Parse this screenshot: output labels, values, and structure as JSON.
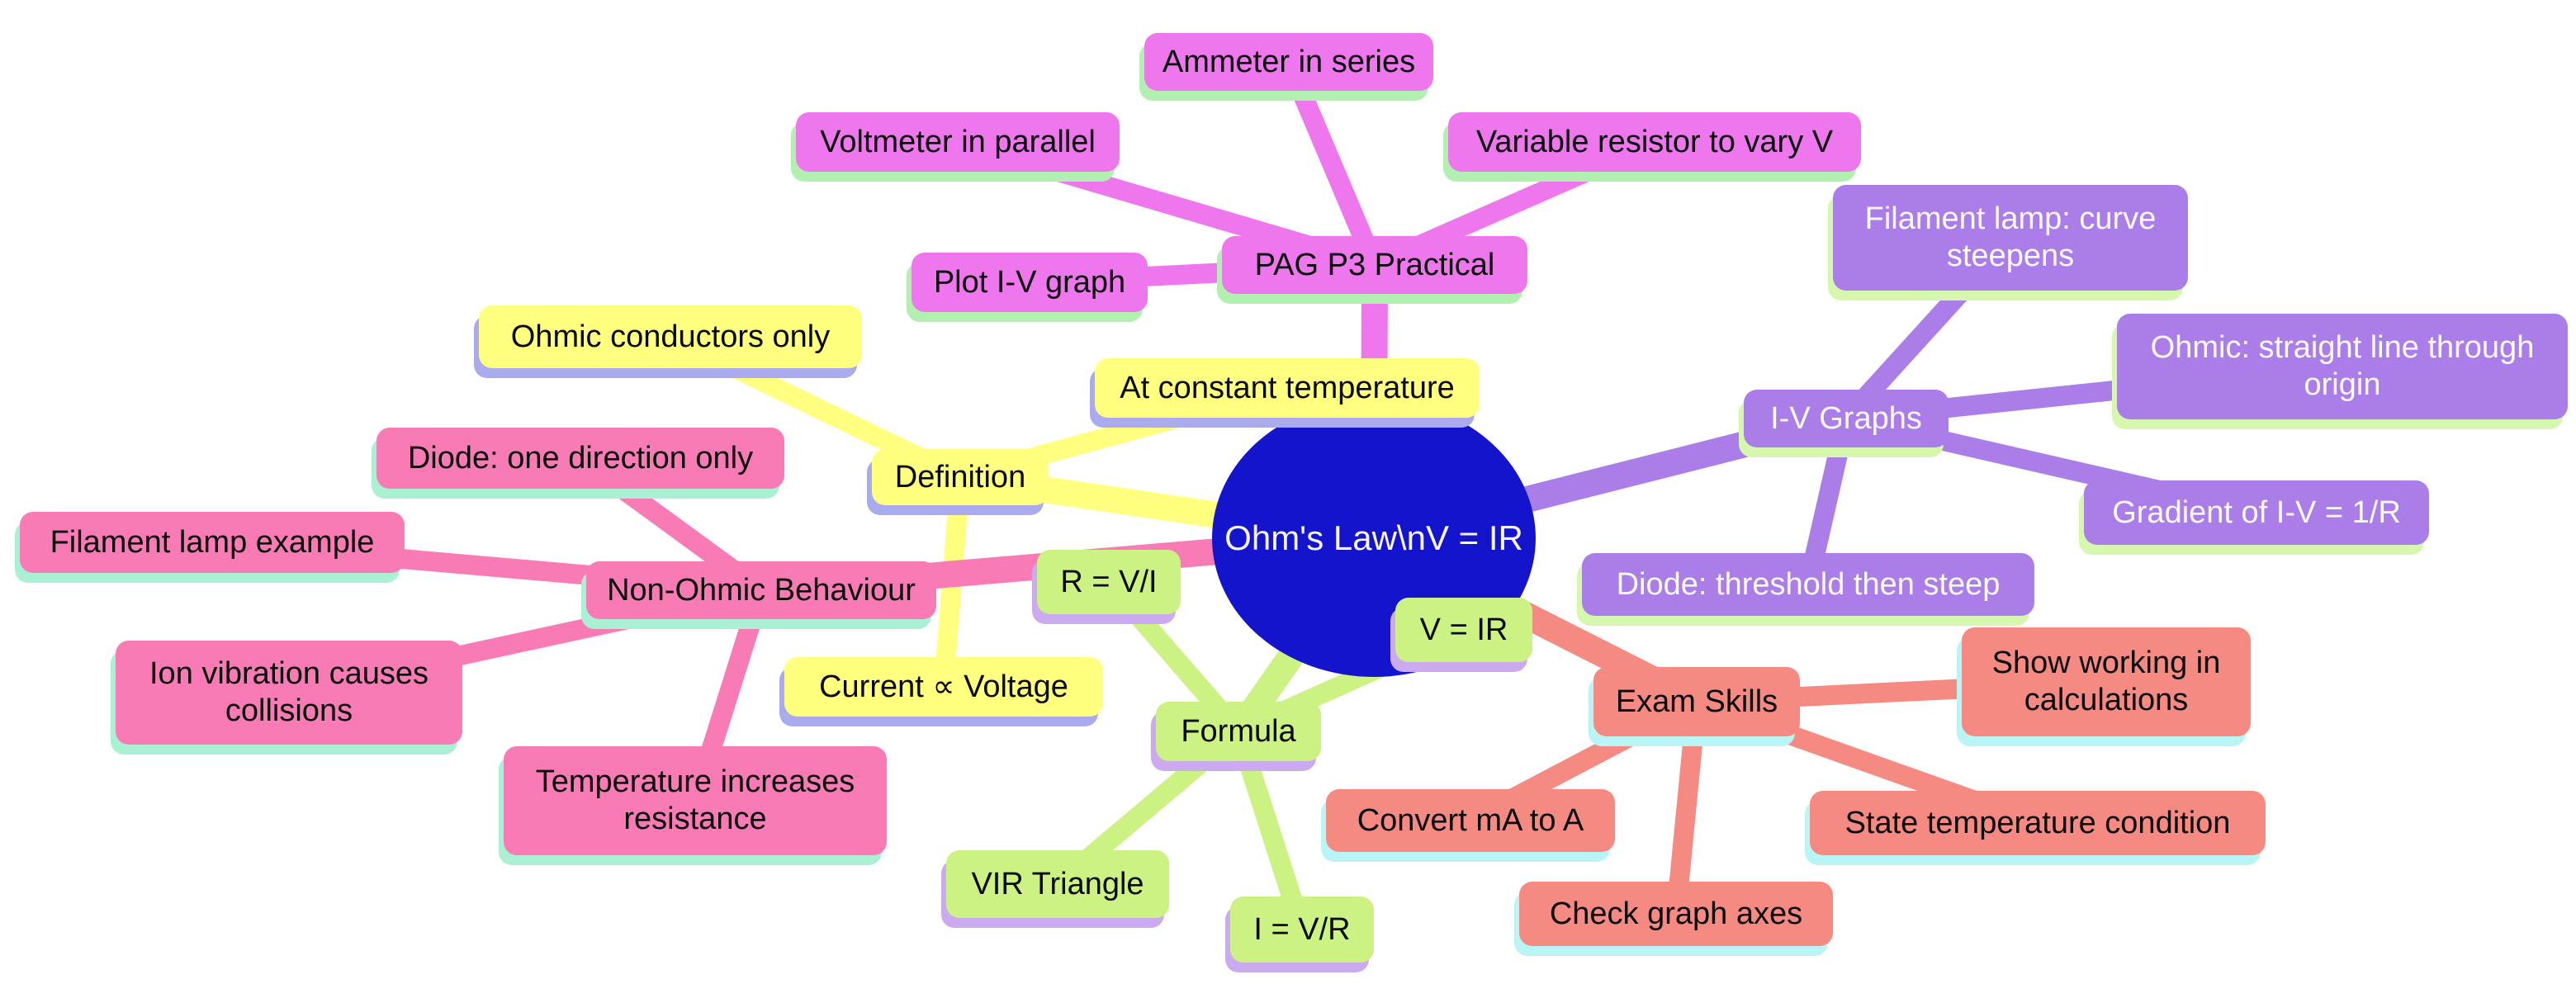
{
  "diagram": {
    "type": "mindmap",
    "center": {
      "label": "Ohm's Law\\nV = IR",
      "color": "#1414cc",
      "text_color": "#f5f5f5"
    },
    "branches": [
      {
        "label": "PAG P3 Practical",
        "color": "#ee77ee",
        "shadow_color": "#b2f0b2",
        "text_color": "#0a0a0a",
        "children": [
          "Ammeter in series",
          "Voltmeter in parallel",
          "Variable resistor to vary V",
          "Plot I-V graph"
        ]
      },
      {
        "label": "Definition",
        "color": "#ffff80",
        "shadow_color": "#aaaaee",
        "text_color": "#0a0a0a",
        "children": [
          "Ohmic conductors only",
          "At constant temperature",
          "Current ∝ Voltage"
        ]
      },
      {
        "label": "Non-Ohmic Behaviour",
        "color": "#f97bb5",
        "shadow_color": "#aaf0d2",
        "text_color": "#0a0a0a",
        "children": [
          "Diode: one direction only",
          "Filament lamp example",
          "Ion vibration causes collisions",
          "Temperature increases resistance"
        ]
      },
      {
        "label": "Formula",
        "color": "#ccf283",
        "shadow_color": "#ccaaf0",
        "text_color": "#0a0a0a",
        "children": [
          "R = V/I",
          "V = IR",
          "VIR Triangle",
          "I = V/R"
        ]
      },
      {
        "label": "I-V Graphs",
        "color": "#aa7de8",
        "shadow_color": "#d6f7ae",
        "text_color": "#fafafa",
        "children": [
          "Filament lamp: curve steepens",
          "Ohmic: straight line through origin",
          "Gradient of I-V = 1/R",
          "Diode: threshold then steep"
        ]
      },
      {
        "label": "Exam Skills",
        "color": "#f58a82",
        "shadow_color": "#baf5f5",
        "text_color": "#0a0a0a",
        "children": [
          "Show working in calculations",
          "Convert mA to A",
          "State temperature condition",
          "Check graph axes"
        ]
      }
    ]
  }
}
